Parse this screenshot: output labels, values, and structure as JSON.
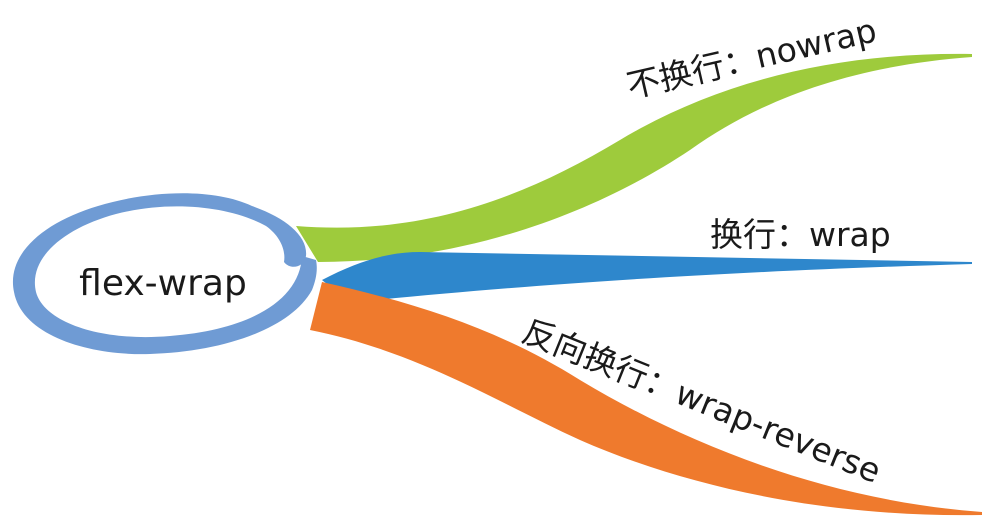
{
  "root": {
    "label": "flex-wrap"
  },
  "branches": [
    {
      "label": "不换行：nowrap"
    },
    {
      "label": "换行：wrap"
    },
    {
      "label": "反向换行：wrap-reverse"
    }
  ],
  "colors": {
    "ring": "#6f9bd4",
    "nowrap": "#9ecb3c",
    "wrap": "#2e87cc",
    "wrap_reverse": "#ef7a2d",
    "text": "#1a1a1a"
  }
}
